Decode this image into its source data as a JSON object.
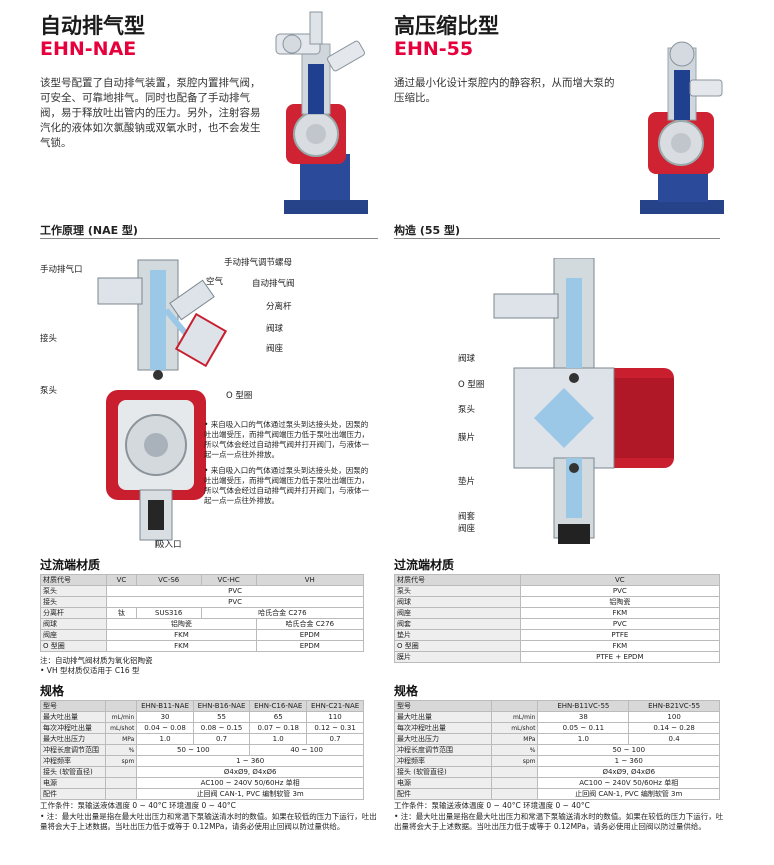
{
  "left": {
    "title_zh": "自动排气型",
    "title_en": "EHN-NAE",
    "intro": "该型号配置了自动排气装置，泵腔内置排气阀，可安全、可靠地排气。同时也配备了手动排气阀，易于释放吐出管内的压力。另外，注射容易汽化的液体如次氯酸钠或双氧水时，也不会发生气锁。",
    "diagram_title": "工作原理 (NAE 型)",
    "callouts": {
      "manual_vent": "手动排气口",
      "manual_screw": "手动排气调节螺母",
      "air": "空气",
      "auto_valve": "自动排气阀",
      "rod": "分离杆",
      "ball": "阀球",
      "seat": "阀座",
      "joint": "接头",
      "head": "泵头",
      "oring": "O 型圈",
      "suction": "吸入口"
    },
    "notes": [
      "• 来自吸入口的气体通过泵头到达接头处，因泵的吐出端受压，而排气阀端压力低于泵吐出端压力，所以气体会经过自动排气阀并打开阀门，与液体一起一点一点往外排放。",
      "• 来自吸入口的气体通过泵头到达接头处，因泵的吐出端受压，而排气阀端压力低于泵吐出端压力，所以气体会经过自动排气阀并打开阀门，与液体一起一点一点往外排放。"
    ],
    "materials_title": "过流端材质",
    "materials": {
      "header": [
        "材质代号",
        "VC",
        "VC-S6",
        "VC-HC",
        "VH"
      ],
      "rows": [
        {
          "label": "泵头",
          "cells": [
            {
              "v": "PVC",
              "span": 4
            }
          ]
        },
        {
          "label": "接头",
          "cells": [
            {
              "v": "PVC",
              "span": 4
            }
          ]
        },
        {
          "label": "分离杆",
          "cells": [
            {
              "v": "钛",
              "span": 1
            },
            {
              "v": "SUS316",
              "span": 1
            },
            {
              "v": "哈氏合金 C276",
              "span": 2
            }
          ]
        },
        {
          "label": "阀球",
          "cells": [
            {
              "v": "铝陶瓷",
              "span": 3
            },
            {
              "v": "哈氏合金 C276",
              "span": 1
            }
          ]
        },
        {
          "label": "阀座",
          "cells": [
            {
              "v": "FKM",
              "span": 3
            },
            {
              "v": "EPDM",
              "span": 1
            }
          ]
        },
        {
          "label": "O 型圈",
          "cells": [
            {
              "v": "FKM",
              "span": 3
            },
            {
              "v": "EPDM",
              "span": 1
            }
          ]
        }
      ],
      "notes": [
        "注：自动排气阀材质为氧化铝陶瓷",
        "• VH 型材质仅适用于 C16 型"
      ]
    },
    "spec_title": "规格",
    "spec": {
      "header": [
        "型号",
        "",
        "EHN-B11-NAE",
        "EHN-B16-NAE",
        "EHN-C16-NAE",
        "EHN-C21-NAE"
      ],
      "rows": [
        {
          "label": "最大吐出量",
          "unit": "mL/min",
          "cells": [
            {
              "v": "30",
              "span": 1
            },
            {
              "v": "55",
              "span": 1
            },
            {
              "v": "65",
              "span": 1
            },
            {
              "v": "110",
              "span": 1
            }
          ]
        },
        {
          "label": "每次冲程吐出量",
          "unit": "mL/shot",
          "cells": [
            {
              "v": "0.04 ~ 0.08",
              "span": 1
            },
            {
              "v": "0.08 ~ 0.15",
              "span": 1
            },
            {
              "v": "0.07 ~ 0.18",
              "span": 1
            },
            {
              "v": "0.12 ~ 0.31",
              "span": 1
            }
          ]
        },
        {
          "label": "最大吐出压力",
          "unit": "MPa",
          "cells": [
            {
              "v": "1.0",
              "span": 1
            },
            {
              "v": "0.7",
              "span": 1
            },
            {
              "v": "1.0",
              "span": 1
            },
            {
              "v": "0.7",
              "span": 1
            }
          ]
        },
        {
          "label": "冲程长度调节范围",
          "unit": "%",
          "cells": [
            {
              "v": "50 ~ 100",
              "span": 2
            },
            {
              "v": "40 ~ 100",
              "span": 2
            }
          ]
        },
        {
          "label": "冲程频率",
          "unit": "spm",
          "cells": [
            {
              "v": "1 ~ 360",
              "span": 4
            }
          ]
        },
        {
          "label": "接头 (软管直径)",
          "unit": "",
          "cells": [
            {
              "v": "Ø4xØ9, Ø4xØ6",
              "span": 4
            }
          ]
        },
        {
          "label": "电源",
          "unit": "",
          "cells": [
            {
              "v": "AC100 ~ 240V 50/60Hz 单相",
              "span": 4
            }
          ]
        },
        {
          "label": "配件",
          "unit": "",
          "cells": [
            {
              "v": "止回阀 CAN-1, PVC 编制软管 3m",
              "span": 4
            }
          ]
        }
      ]
    },
    "footnotes": [
      "工作条件：泵输送液体温度 0 ~ 40°C  环境温度 0 ~ 40°C",
      "• 注：最大吐出量是指在最大吐出压力和常温下泵输送清水时的数值。如果在较低的压力下运行，吐出量将会大于上述数据。当吐出压力低于或等于 0.12MPa，请务必使用止回阀以防过量供给。"
    ]
  },
  "right": {
    "title_zh": "高压缩比型",
    "title_en": "EHN-55",
    "intro": "通过最小化设计泵腔内的静容积，从而增大泵的压缩比。",
    "diagram_title": "构造 (55 型)",
    "callouts": {
      "ball": "阀球",
      "oring": "O 型圈",
      "head": "泵头",
      "diaphragm": "膜片",
      "gasket": "垫片",
      "valve_case": "阀套",
      "seat": "阀座"
    },
    "materials_title": "过流端材质",
    "materials": {
      "header": [
        "材质代号",
        "VC"
      ],
      "rows": [
        {
          "label": "泵头",
          "v": "PVC"
        },
        {
          "label": "阀球",
          "v": "铝陶瓷"
        },
        {
          "label": "阀座",
          "v": "FKM"
        },
        {
          "label": "阀套",
          "v": "PVC"
        },
        {
          "label": "垫片",
          "v": "PTFE"
        },
        {
          "label": "O 型圈",
          "v": "FKM"
        },
        {
          "label": "膜片",
          "v": "PTFE + EPDM"
        }
      ]
    },
    "spec_title": "规格",
    "spec": {
      "header": [
        "型号",
        "",
        "EHN-B11VC-55",
        "EHN-B21VC-55"
      ],
      "rows": [
        {
          "label": "最大吐出量",
          "unit": "mL/min",
          "cells": [
            {
              "v": "38",
              "span": 1
            },
            {
              "v": "100",
              "span": 1
            }
          ]
        },
        {
          "label": "每次冲程吐出量",
          "unit": "mL/shot",
          "cells": [
            {
              "v": "0.05 ~ 0.11",
              "span": 1
            },
            {
              "v": "0.14 ~ 0.28",
              "span": 1
            }
          ]
        },
        {
          "label": "最大吐出压力",
          "unit": "MPa",
          "cells": [
            {
              "v": "1.0",
              "span": 1
            },
            {
              "v": "0.4",
              "span": 1
            }
          ]
        },
        {
          "label": "冲程长度调节范围",
          "unit": "%",
          "cells": [
            {
              "v": "50 ~ 100",
              "span": 2
            }
          ]
        },
        {
          "label": "冲程频率",
          "unit": "spm",
          "cells": [
            {
              "v": "1 ~ 360",
              "span": 2
            }
          ]
        },
        {
          "label": "接头 (软管直径)",
          "unit": "",
          "cells": [
            {
              "v": "Ø4xØ9, Ø4xØ6",
              "span": 2
            }
          ]
        },
        {
          "label": "电源",
          "unit": "",
          "cells": [
            {
              "v": "AC100 ~ 240V 50/60Hz 单相",
              "span": 2
            }
          ]
        },
        {
          "label": "配件",
          "unit": "",
          "cells": [
            {
              "v": "止回阀 CAN-1, PVC 编制软管 3m",
              "span": 2
            }
          ]
        }
      ]
    },
    "footnotes": [
      "工作条件：泵输送液体温度 0 ~ 40°C  环境温度 0 ~ 40°C",
      "• 注：最大吐出量是指在最大吐出压力和常温下泵输送清水时的数值。如果在较低的压力下运行，吐出量将会大于上述数据。当吐出压力低于或等于 0.12MPa，请务必使用止回阀以防过量供给。"
    ]
  },
  "colors": {
    "accent": "#e6003c",
    "pump_red": "#c81e2e",
    "pump_blue": "#1f3f8f",
    "pipe": "#9cc8e8"
  }
}
